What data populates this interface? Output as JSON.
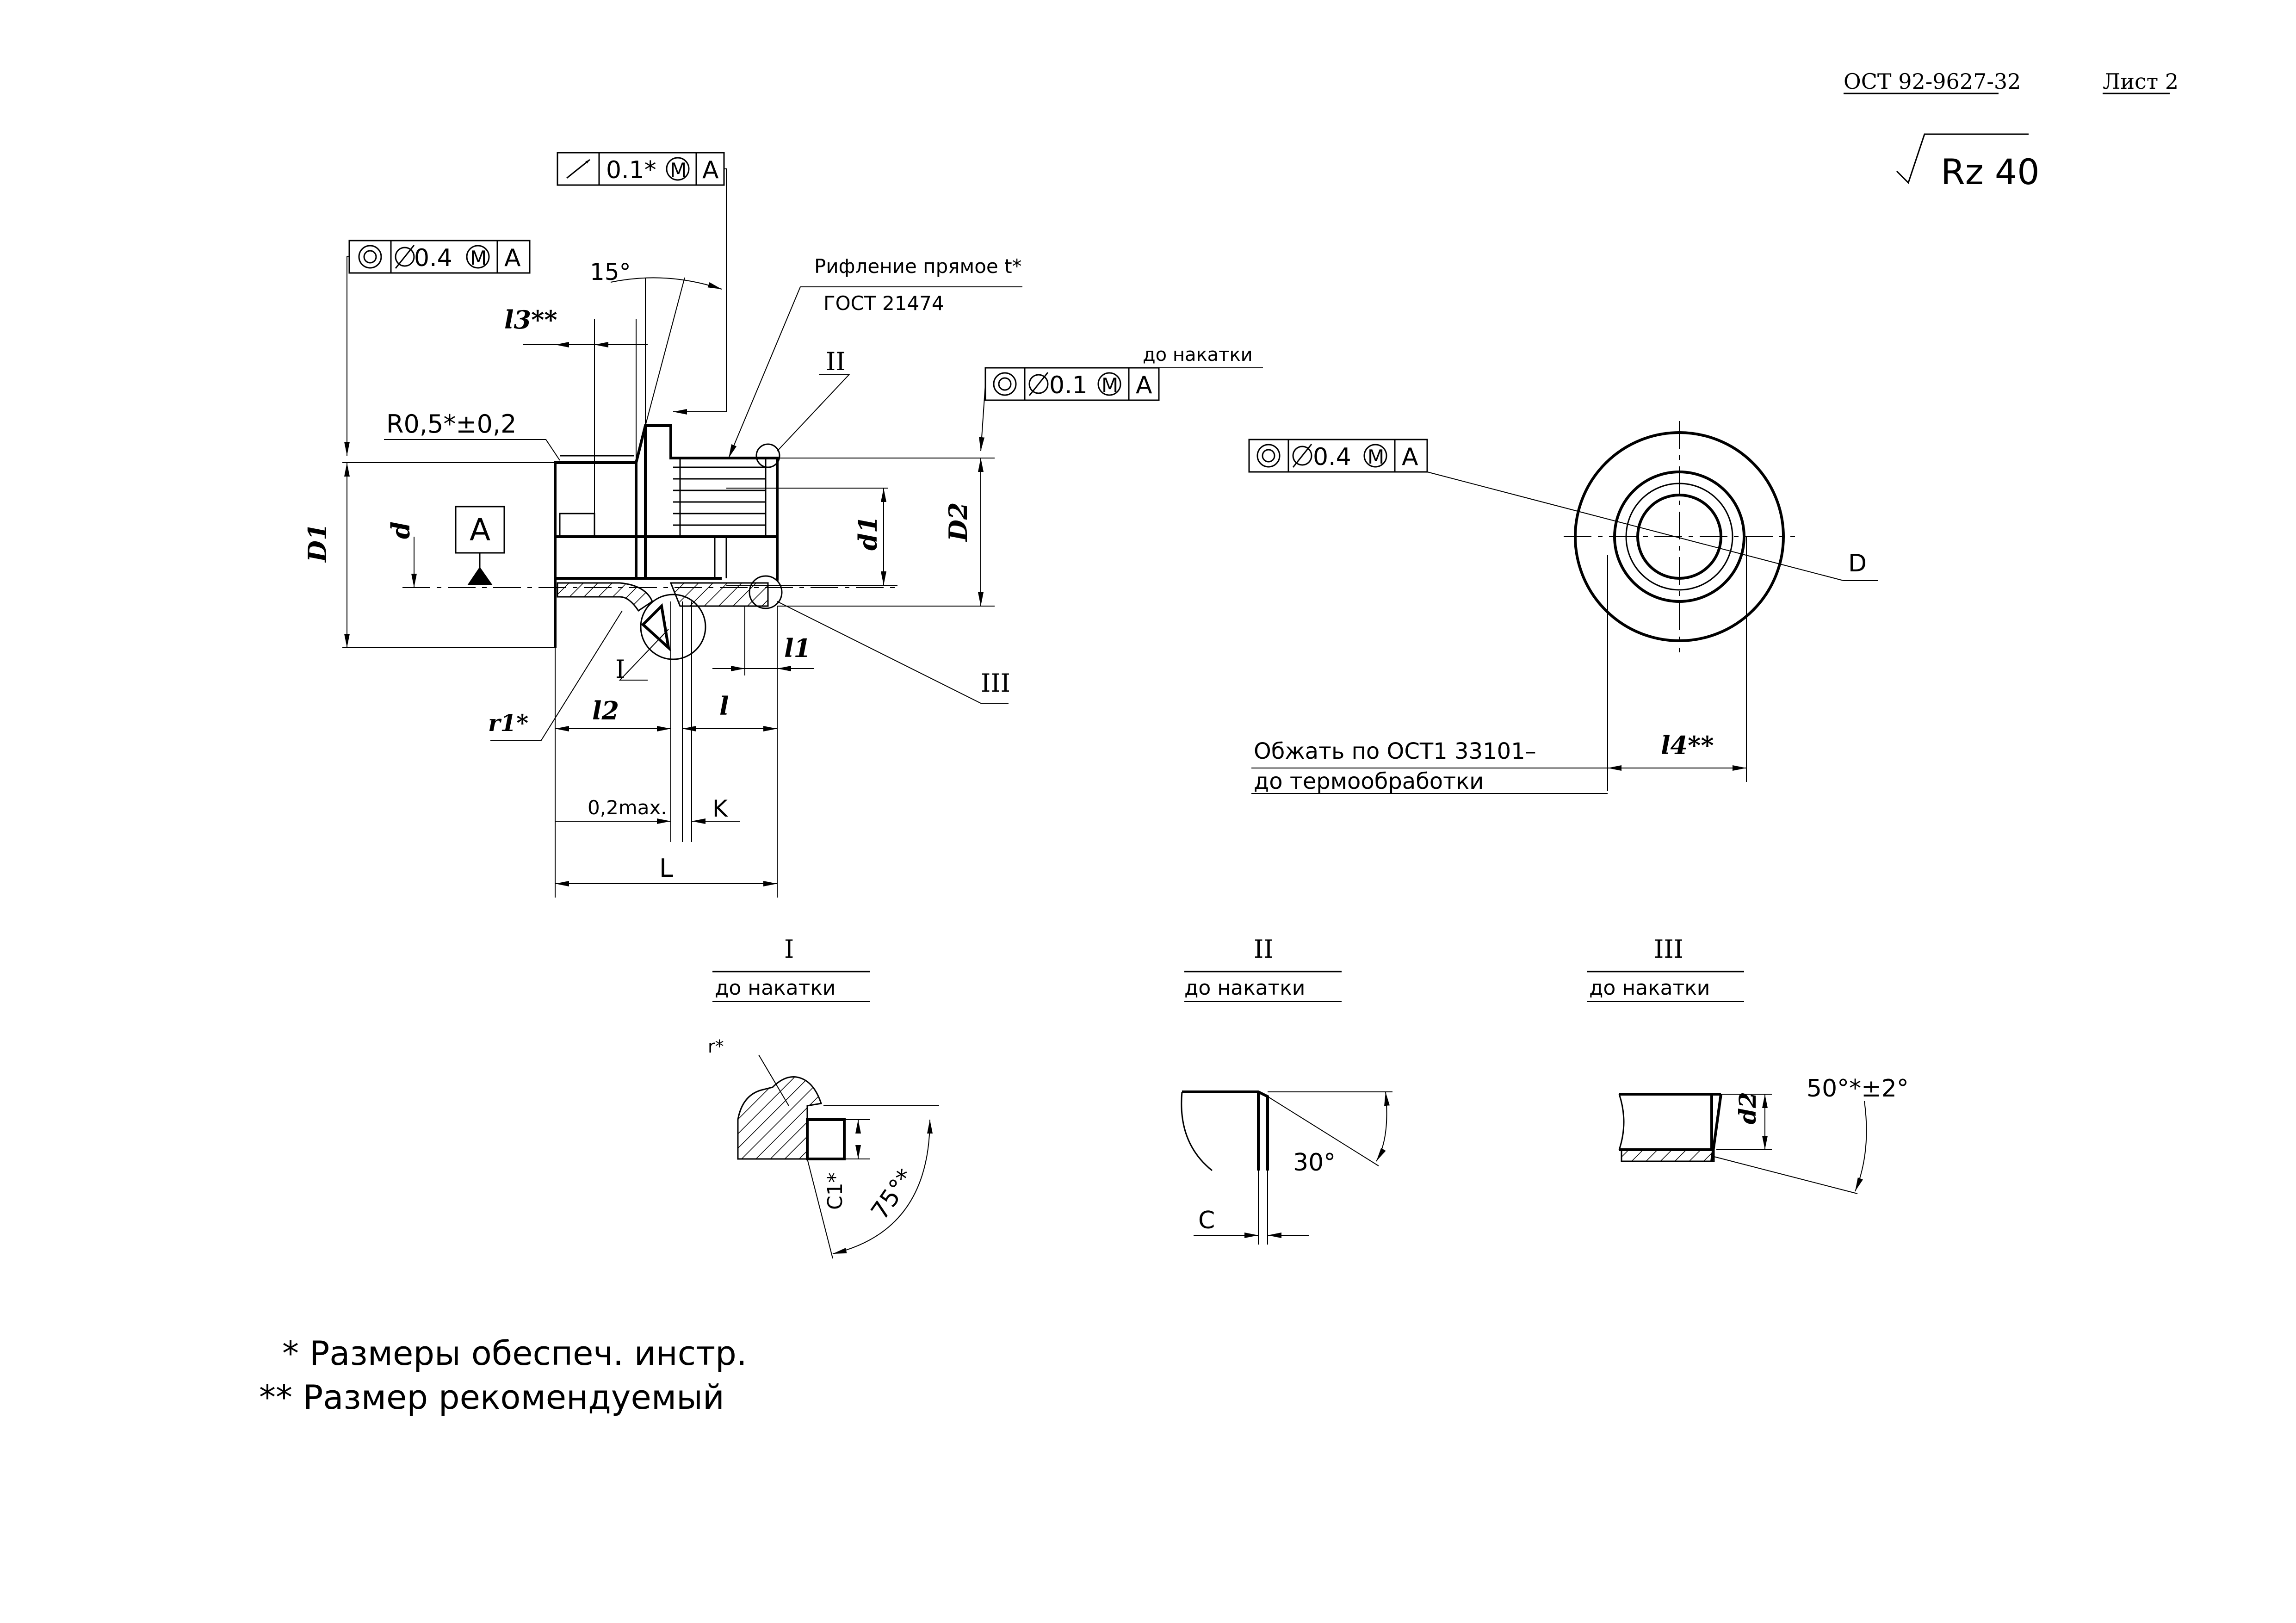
{
  "header": {
    "doc_number": "ОСТ 92-9627-32",
    "sheet": "Лист 2"
  },
  "roughness": {
    "value": "Rz  40"
  },
  "tolerances": {
    "runout": {
      "value": "0.1*",
      "modifier": "M",
      "datum": "A"
    },
    "concentric_main": {
      "value": "0.4",
      "modifier": "M",
      "datum": "A"
    },
    "concentric_d2": {
      "value": "0.1",
      "modifier": "M",
      "datum": "A",
      "note": "до накатки"
    },
    "concentric_end": {
      "value": "0.4",
      "modifier": "M",
      "datum": "A"
    }
  },
  "datum": {
    "label": "A"
  },
  "labels": {
    "knurl_note_1": "Рифление прямое   t*",
    "knurl_note_2": "ГОСТ 21474",
    "angle_15": "15°",
    "l3": "l3**",
    "radius": "R0,5*±0,2",
    "D1": "D1",
    "d": "d",
    "d1": "d1",
    "D2": "D2",
    "r1": "r1*",
    "I": "I",
    "II": "II",
    "III": "III",
    "l1": "l1",
    "l2": "l2",
    "l": "l",
    "max02": "0,2max.",
    "K": "K",
    "L": "L",
    "D": "D",
    "l4": "l4**",
    "crimp_1": "Обжать по ОСТ1 33101–",
    "crimp_2": "до термообработки"
  },
  "details": {
    "I": {
      "title": "I",
      "note": "до накатки",
      "r": "r*",
      "c1": "C1*",
      "angle": "75°*"
    },
    "II": {
      "title": "II",
      "note": "до накатки",
      "angle": "30°",
      "c": "C"
    },
    "III": {
      "title": "III",
      "note": "до накатки",
      "d2": "d2",
      "angle": "50°*±2°"
    }
  },
  "footnotes": {
    "star": "* Размеры обеспеч.  инстр.",
    "double_star": "** Размер  рекомендуемый"
  }
}
